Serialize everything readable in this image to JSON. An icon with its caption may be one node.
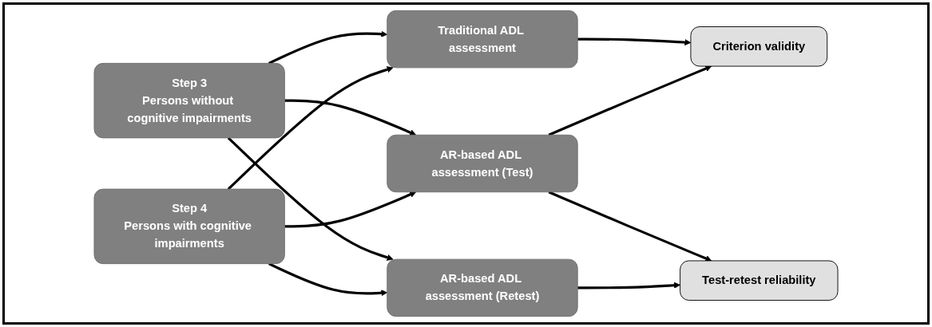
{
  "diagram": {
    "nodes": [
      {
        "text": [
          "Step 3",
          "Persons without cognitive impairments"
        ]
      },
      {
        "text": [
          "Step 4",
          "Persons with cognitive impairments"
        ]
      },
      {
        "text": [
          "Traditional ADL assessment"
        ]
      },
      {
        "text": [
          "AR-based ADL assessment (Test)"
        ]
      },
      {
        "text": [
          "AR-based ADL assessment (Retest)"
        ]
      },
      {
        "text": [
          "Criterion validity"
        ]
      },
      {
        "text": [
          "Test-retest reliability"
        ]
      }
    ],
    "edges": [
      {
        "from": 0,
        "to": 2,
        "arrow": "to"
      },
      {
        "from": 0,
        "to": 3,
        "arrow": "to"
      },
      {
        "from": 0,
        "to": 4,
        "arrow": "to"
      },
      {
        "from": 1,
        "to": 2,
        "arrow": "to"
      },
      {
        "from": 1,
        "to": 3,
        "arrow": "to"
      },
      {
        "from": 1,
        "to": 4,
        "arrow": "to"
      },
      {
        "from": 2,
        "to": 5,
        "arrow": "to"
      },
      {
        "from": 3,
        "to": 5,
        "arrow": "to"
      },
      {
        "from": 3,
        "to": 6,
        "arrow": "to"
      },
      {
        "from": 4,
        "to": 6,
        "arrow": "to"
      }
    ]
  }
}
